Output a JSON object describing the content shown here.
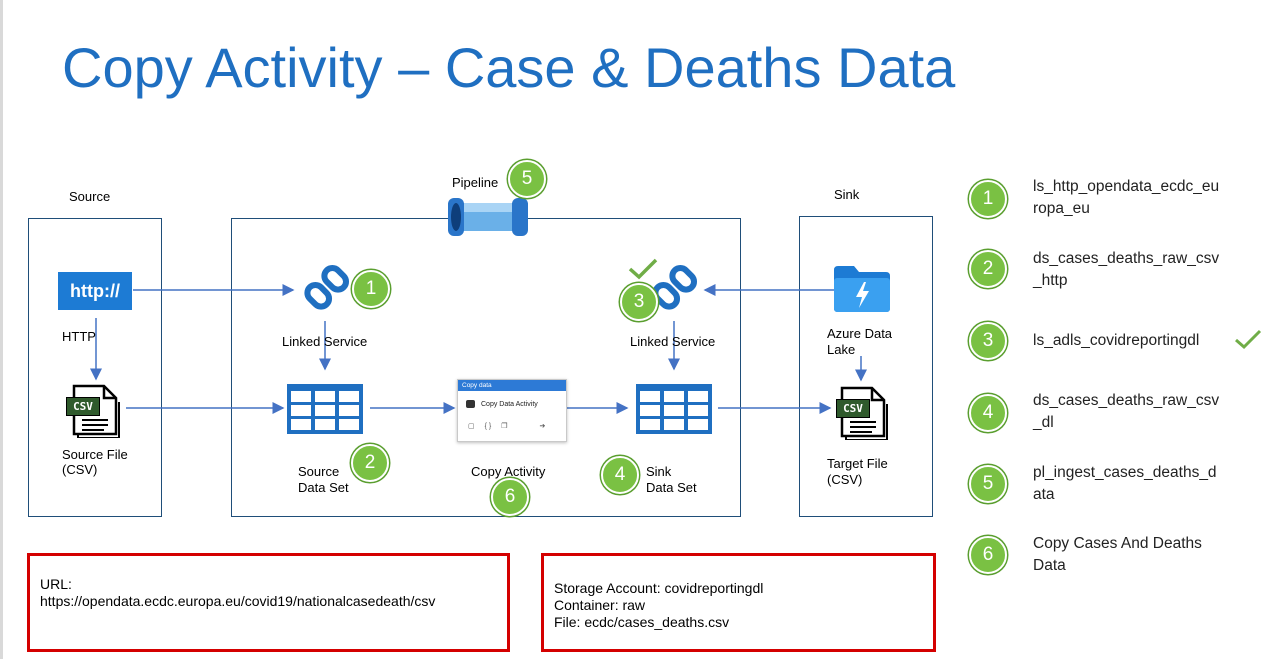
{
  "slide": {
    "title": "Copy Activity – Case & Deaths Data"
  },
  "diagram": {
    "source_label": "Source",
    "pipeline_label": "Pipeline",
    "sink_label": "Sink",
    "http_badge": "http://",
    "http_label": "HTTP",
    "source_file_line1": "Source File",
    "source_file_line2": "(CSV)",
    "linked_service_left": "Linked Service",
    "linked_service_right": "Linked Service",
    "source_dataset_line1": "Source",
    "source_dataset_line2": "Data Set",
    "copy_activity_label": "Copy Activity",
    "sink_dataset_line1": "Sink",
    "sink_dataset_line2": "Data Set",
    "adl_line1": "Azure Data",
    "adl_line2": "Lake",
    "target_file_line1": "Target File",
    "target_file_line2": "(CSV)",
    "csv_badge": "CSV",
    "copy_card_header": "Copy data",
    "copy_card_title": "Copy Data Activity",
    "markers": {
      "ls_left": "1",
      "source_ds": "2",
      "ls_right": "3",
      "sink_ds": "4",
      "pipeline": "5",
      "copy_activity": "6"
    }
  },
  "legend": [
    {
      "number": "1",
      "line1": "ls_http_opendata_ecdc_eu",
      "line2": "ropa_eu"
    },
    {
      "number": "2",
      "line1": "ds_cases_deaths_raw_csv",
      "line2": "_http"
    },
    {
      "number": "3",
      "line1": "ls_adls_covidreportingdl",
      "line2": ""
    },
    {
      "number": "4",
      "line1": "ds_cases_deaths_raw_csv",
      "line2": "_dl"
    },
    {
      "number": "5",
      "line1": "pl_ingest_cases_deaths_d",
      "line2": "ata"
    },
    {
      "number": "6",
      "line1": "Copy Cases And Deaths",
      "line2": "Data"
    }
  ],
  "info_boxes": {
    "url_label": "URL:",
    "url_value": "https://opendata.ecdc.europa.eu/covid19/nationalcasedeath/csv",
    "storage_account": "Storage Account: covidreportingdl",
    "container": "Container: raw",
    "file": "File: ecdc/cases_deaths.csv"
  },
  "colors": {
    "title": "#1f6fc1",
    "marker_green": "#7ac143",
    "box_border": "#1f4e79",
    "arrow": "#4472c4",
    "red_box": "#d40000",
    "icon_blue": "#1d7bd4"
  }
}
